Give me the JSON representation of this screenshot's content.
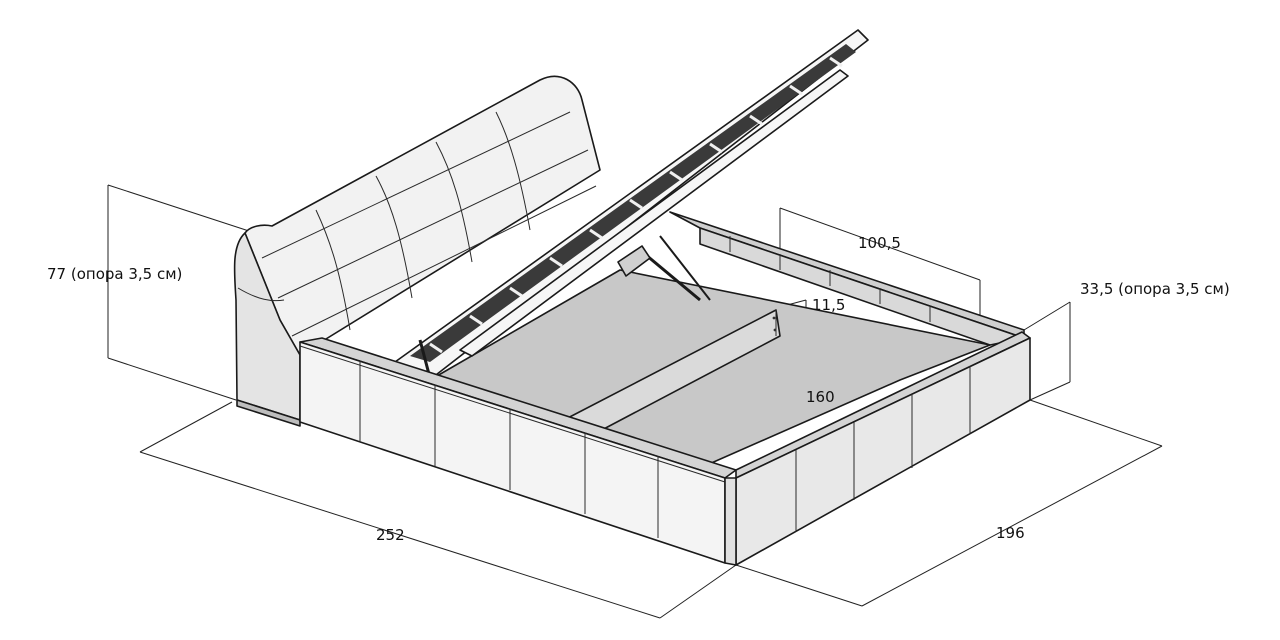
{
  "colors": {
    "fabric_light": "#f4f4f4",
    "fabric_mid": "#e6e6e6",
    "fabric_shadow": "#d2d2d2",
    "base_panel": "#c9c9c9",
    "slat_dark": "#3a3a3a",
    "line": "#1a1a1a"
  },
  "dimensions": {
    "height_total": "77 (опора 3,5 см)",
    "height_frame": "33,5 (опора 3,5 см)",
    "length": "252",
    "width": "196",
    "storage_width": "160",
    "storage_half": "100,5",
    "board_height": "11,5"
  }
}
